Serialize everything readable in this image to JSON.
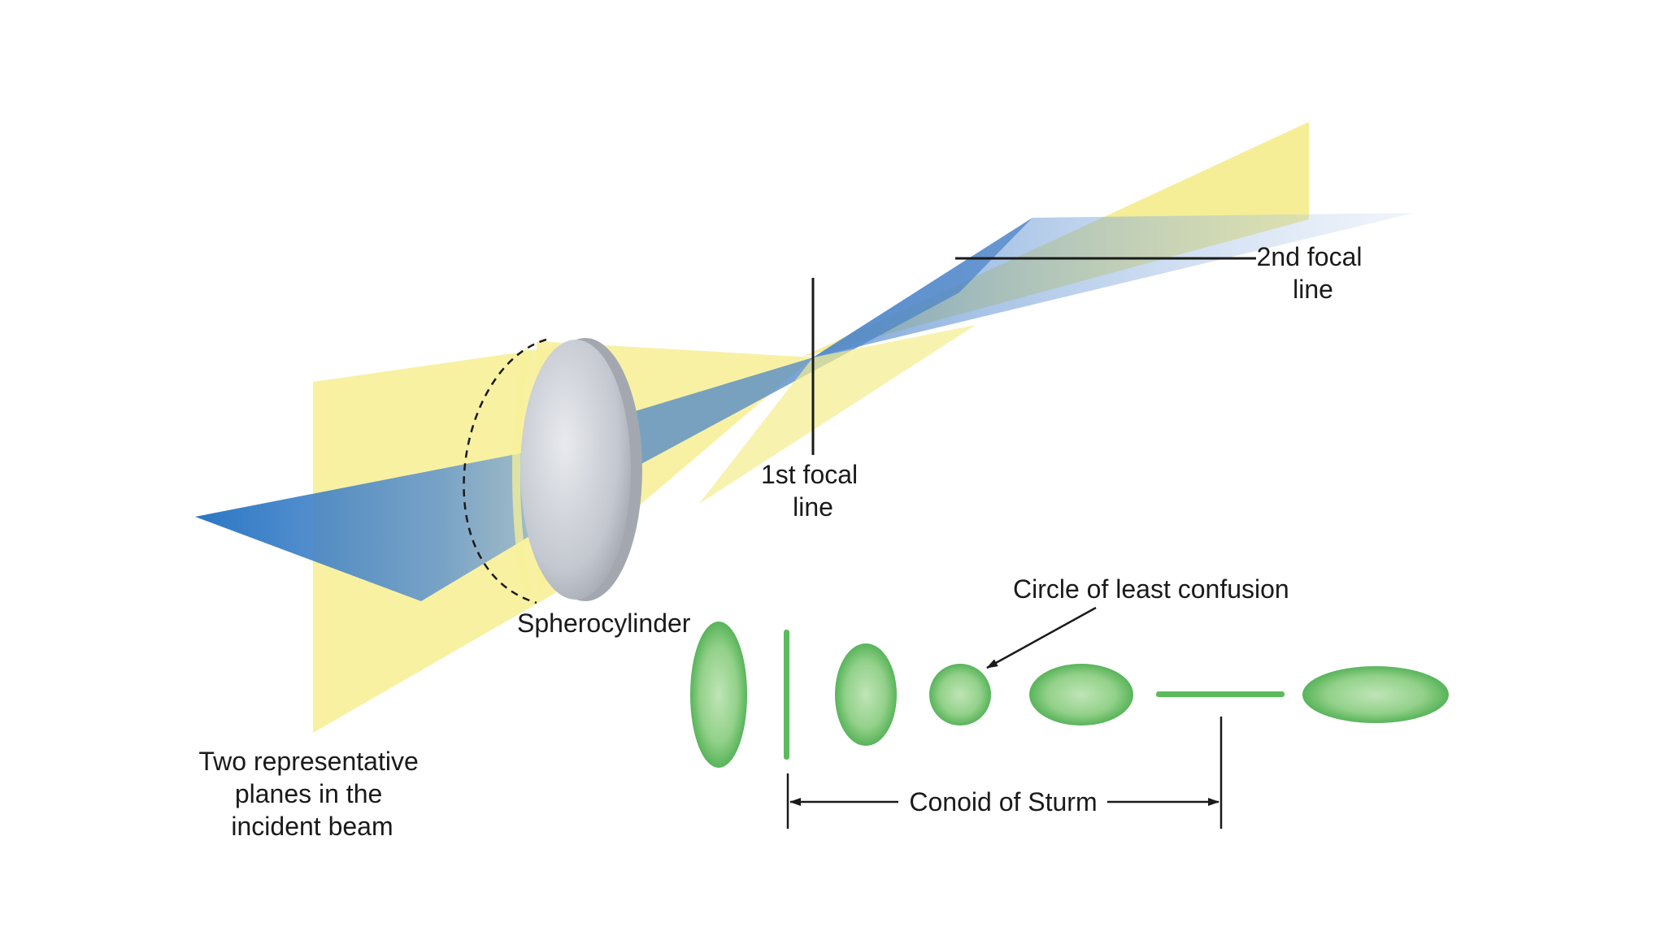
{
  "labels": {
    "first_focal": [
      "1st focal",
      "line"
    ],
    "second_focal": [
      "2nd focal",
      "line"
    ],
    "lens": "Spherocylinder",
    "planes": [
      "Two representative",
      "planes in the",
      "incident beam"
    ],
    "circle": "Circle of least confusion",
    "conoid": "Conoid of Sturm"
  },
  "icons": {
    "lens": "spherocylinder-lens-icon"
  },
  "colors": {
    "yellow_plane": "#f7f09a",
    "blue_plane": "#3b7fc4",
    "lens": "#c8ccd2",
    "green_blur": "#5cbb5c",
    "line": "#1a1a1a"
  }
}
